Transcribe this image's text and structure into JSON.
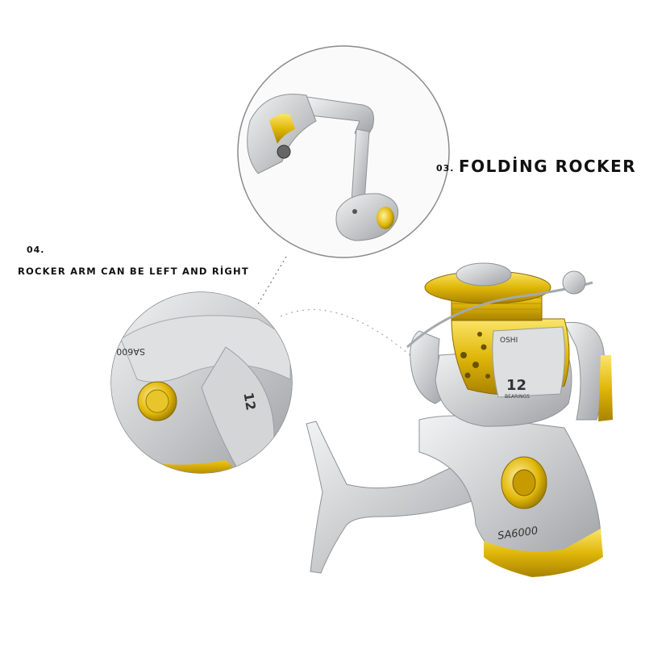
{
  "callouts": {
    "folding": {
      "number": "03.",
      "title": "FOLDİNG ROCKER"
    },
    "rocker_arm": {
      "number": "04.",
      "caption": "ROCKER ARM CAN BE LEFT AND RİGHT"
    }
  },
  "reel_prints": {
    "bearing_count": "12",
    "bearing_word": "BEARINGS",
    "brand_fragment": "OSHI",
    "model": "SA6000"
  },
  "colors": {
    "silver": "#c9cbcd",
    "silver_light": "#e6e7e8",
    "gold": "#e0b70a",
    "gold_light": "#f5dc3a",
    "circle_border": "#8a8a8a"
  }
}
